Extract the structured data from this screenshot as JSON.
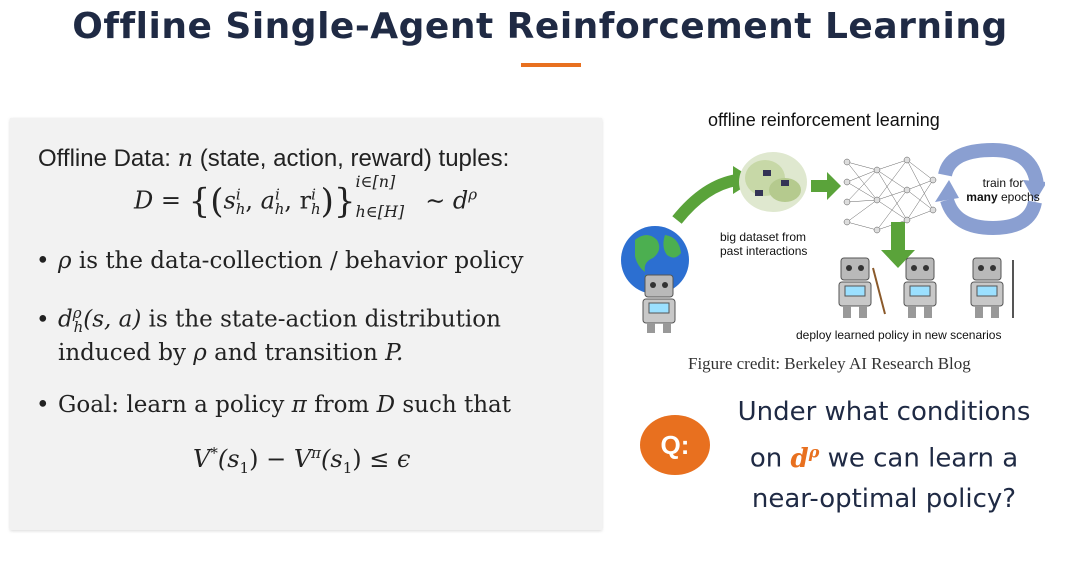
{
  "title": "Offline Single-Agent Reinforcement Learning",
  "left": {
    "offline_data_label": "Offline Data:",
    "offline_data_var": "n",
    "offline_data_desc": "(state, action, reward) tuples:",
    "D_lhs": "D",
    "D_eq": "=",
    "D_superscript": "i∈[n]",
    "D_subscript": "h∈[H]",
    "D_dist": "∼ d",
    "D_dist_sup": "ρ",
    "bullet1_var": "ρ",
    "bullet1_text": "is the data-collection / behavior policy",
    "bullet2_var": "d",
    "bullet2_sup": "ρ",
    "bullet2_sub": "h",
    "bullet2_args": "(s, a)",
    "bullet2_text": "is the state-action distribution",
    "bullet2_line2_a": "induced by",
    "bullet2_line2_var": "ρ",
    "bullet2_line2_b": "and transition",
    "bullet2_line2_P": "P.",
    "bullet3_a": "Goal: learn a policy",
    "bullet3_pi": "π",
    "bullet3_b": "from",
    "bullet3_D": "D",
    "bullet3_c": "such that",
    "V_formula_lhs": "V",
    "V_star": "*",
    "V_arg1": "(s",
    "V_arg1_sub": "1",
    "V_arg1_close": ")",
    "V_minus": " − V",
    "V_pi": "π",
    "V_arg2": "(s",
    "V_arg2_sub": "1",
    "V_arg2_close": ")",
    "V_rel": " ≤ ϵ"
  },
  "figure": {
    "title": "offline reinforcement learning",
    "big_dataset_label": "big dataset from past interactions",
    "train_label_1": "train for",
    "train_label_bold": "many",
    "train_label_2": "epochs",
    "deploy_label": "deploy learned policy in new scenarios",
    "credit": "Figure credit: Berkeley AI Research Blog"
  },
  "question": {
    "badge": "Q:",
    "line1": "Under what conditions",
    "line2_a": "on",
    "line2_var": "d",
    "line2_sup": "ρ",
    "line2_b": "we can learn a",
    "line3": "near-optimal policy?"
  },
  "colors": {
    "title": "#1f2a44",
    "accent": "#e8701f",
    "box_bg": "#f2f2f2",
    "arrow_green": "#5aa33a",
    "cycle_blue": "#8a9fd1"
  }
}
